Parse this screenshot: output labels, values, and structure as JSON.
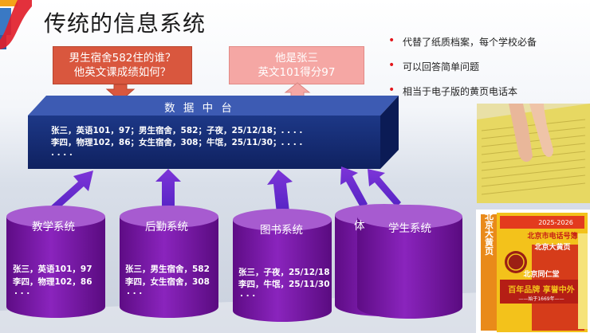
{
  "title": "传统的信息系统",
  "question_box": {
    "line1": "男生宿舍582住的谁？",
    "line2": "他英文课成绩如何？"
  },
  "answer_box": {
    "line1": "他是张三",
    "line2": "英文101得分97"
  },
  "bullets": [
    "代替了纸质档案，每个学校必备",
    "可以回答简单问题",
    "相当于电子版的黄页电话本"
  ],
  "hub": {
    "title": "数 据 中 台",
    "lines": [
      "张三，英语101，97；男生宿舍，582；子夜，25/12/18；. . . .",
      "李四，物理102，86；女生宿舍，308；牛氓，25/11/30；. . . .",
      ". . . ."
    ]
  },
  "databases": [
    {
      "name": "教学系统",
      "lines": [
        "张三，英语101，97",
        "李四，物理102，86",
        ". . ."
      ]
    },
    {
      "name": "后勤系统",
      "lines": [
        "张三，男生宿舍，582",
        "李四，女生宿舍，308",
        ". . ."
      ]
    },
    {
      "name": "图书系统",
      "lines": [
        "张三，子夜，25/12/18",
        "李四，牛氓，25/11/30",
        ". . ."
      ]
    },
    {
      "name": "体",
      "lines": []
    },
    {
      "name": "学生系统",
      "lines": []
    }
  ],
  "book": {
    "years": "2025-2026",
    "title_line1": "北京市电话号簿",
    "title_line2": "北京大黄页",
    "vertical_title": "北京大黄页",
    "logo_text": "北京同仁堂",
    "slogan": "百年品牌 享誉中外",
    "sub_slogan": "——始于1669年——"
  },
  "colors": {
    "cylinder": "#7b14a8",
    "cylinder_top": "#a75bd0",
    "hub_front": "#152a73",
    "arrow": "#6a28c8",
    "question_box": "#d9573e",
    "answer_box": "#f5a7a4",
    "bullet_dot": "#e3161b"
  }
}
